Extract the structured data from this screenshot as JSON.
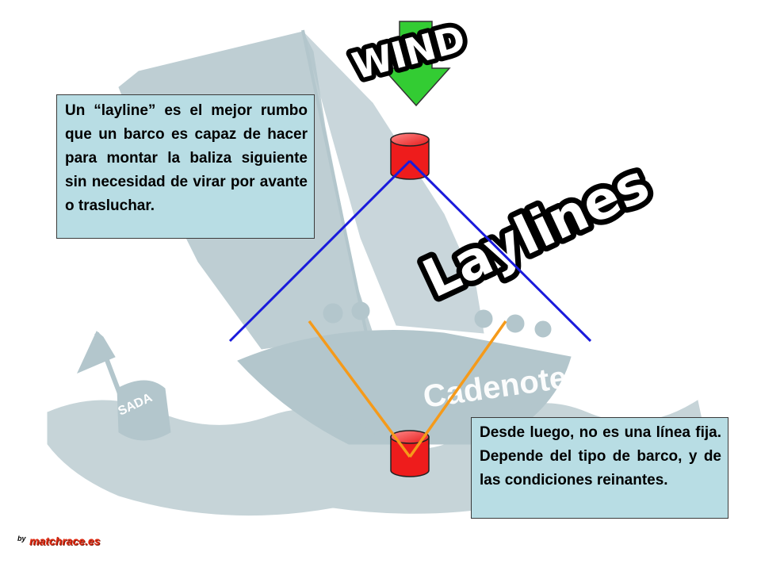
{
  "heading": {
    "wind_label": "WIND",
    "laylines_label": "Laylines"
  },
  "callouts": {
    "top_text": "Un “layline” es el mejor rumbo que un barco es capaz de hacer para montar la baliza siguiente sin necesidad de virar por avante o trasluchar.",
    "bottom_text": "Desde luego, no es una línea fija. Depende del tipo de barco, y de las condiciones reinantes."
  },
  "background": {
    "boat_hull_text": "Cadenote",
    "buoy_text": "SADA"
  },
  "credit": {
    "by": "by",
    "site": "matchrace.es"
  },
  "colors": {
    "wind_arrow": "#33cc33",
    "upwind_layline": "#1a1adc",
    "downwind_layline": "#f59a1a",
    "mark_buoy": "#ee1c1c",
    "callout_fill": "#b8dde4",
    "watermark": "#b3c6cc",
    "credit_text": "#e12a12"
  }
}
